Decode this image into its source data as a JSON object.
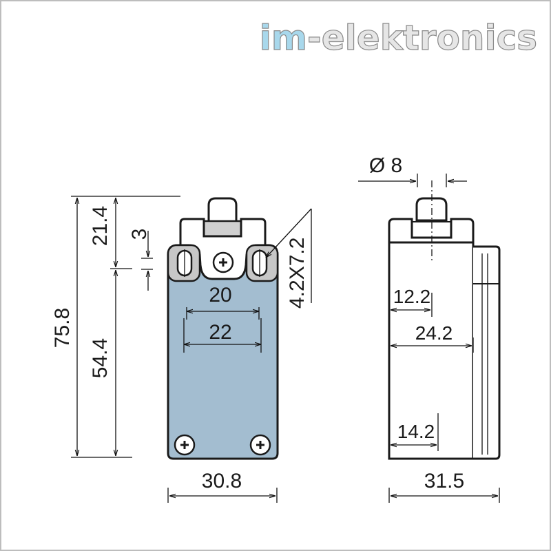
{
  "brand": {
    "prefix": "im",
    "suffix": "-elektronics",
    "prefix_color": "#a8d8ec",
    "suffix_color": "#e6e6e6"
  },
  "colors": {
    "body_fill": "#a3bdd0",
    "cap_fill": "#cfcfcf",
    "frame": "#bdbdbd"
  },
  "front_view": {
    "dim_overall_height": "75.8",
    "dim_top": "21.4",
    "dim_gap": "3",
    "dim_lower": "54.4",
    "dim_hole_inner": "20",
    "dim_hole_outer": "22",
    "dim_slot": "4.2X7.2",
    "dim_width": "30.8"
  },
  "side_view": {
    "dim_diameter": "Ø 8",
    "dim_a": "12.2",
    "dim_b": "24.2",
    "dim_c": "14.2",
    "dim_width": "31.5"
  }
}
